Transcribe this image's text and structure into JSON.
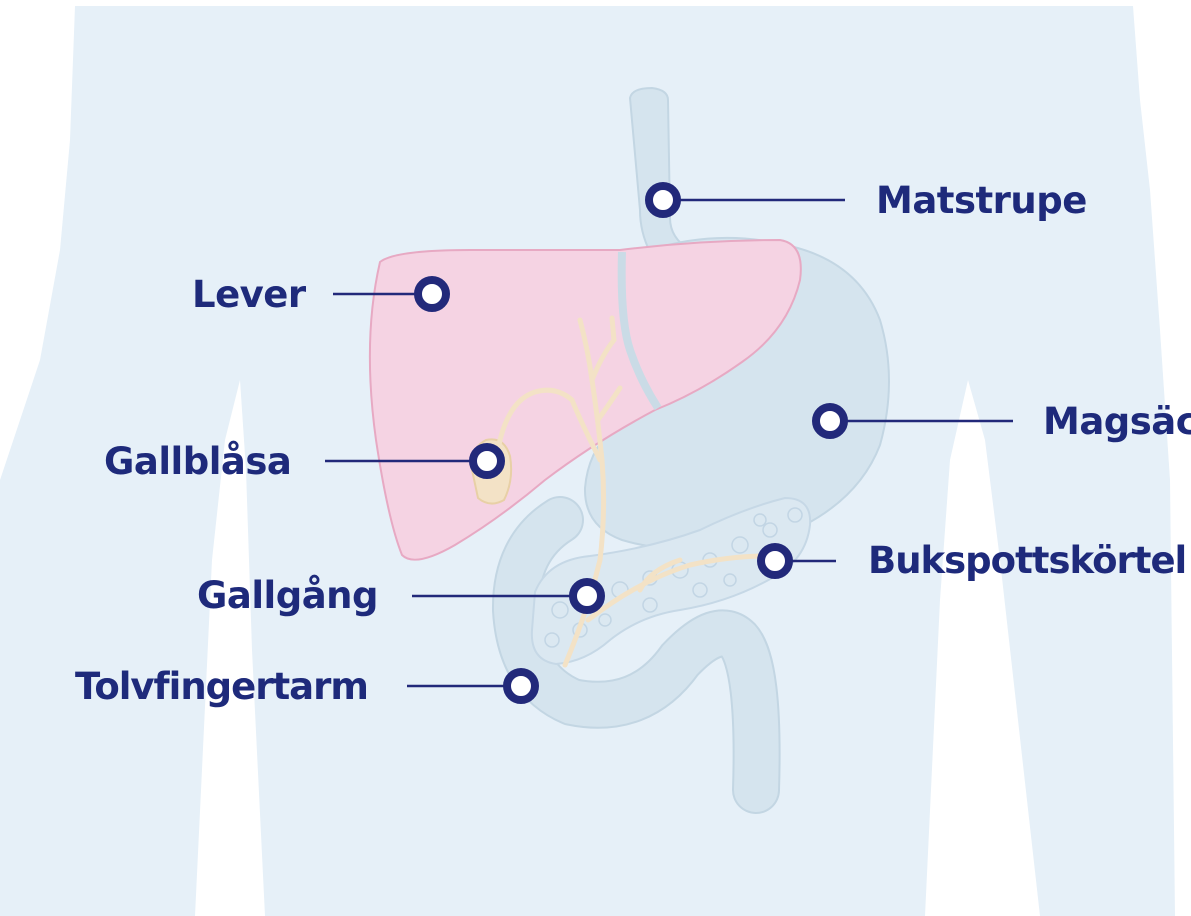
{
  "labels": {
    "matstrupe": "Matstrupe",
    "lever": "Lever",
    "magsack": "Magsäck",
    "gallblasa": "Gallblåsa",
    "bukspottskortel": "Bukspottskörtel",
    "gallgang": "Gallgång",
    "tolvfingertarm": "Tolvfingertarm"
  },
  "colors": {
    "body": "#e6f0f8",
    "organ_fill": "#d5e4ee",
    "organ_stroke": "#c3d6e3",
    "liver": "#f5d3e3",
    "liver_stroke": "#e7a9c3",
    "duct": "#f3e2c6",
    "marker": "#22297a",
    "text": "#1e2a7b"
  }
}
